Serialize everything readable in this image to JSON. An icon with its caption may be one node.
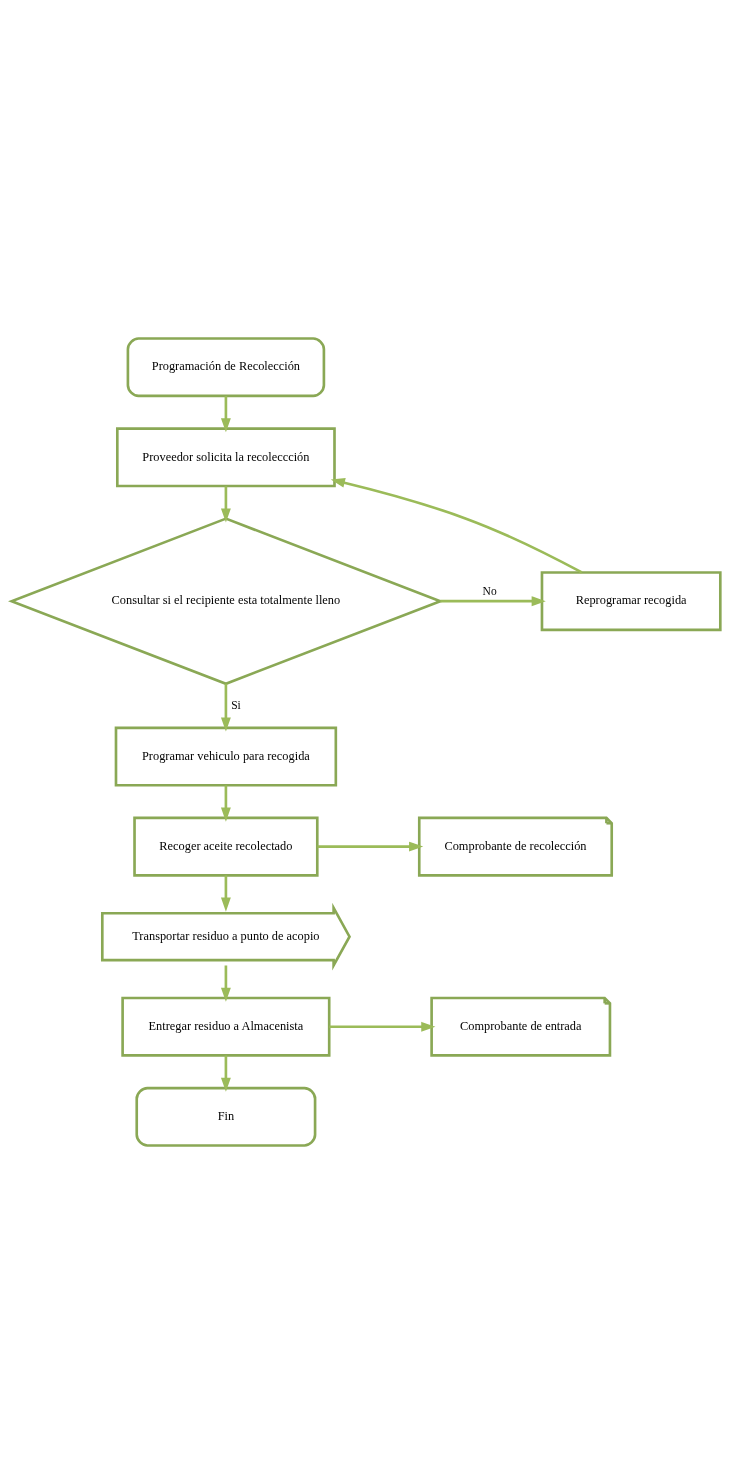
{
  "diagram": {
    "nodes": [
      {
        "text": [
          "Programación de Recolección"
        ]
      },
      {
        "text": [
          "Proveedor solicita la recoleccción"
        ]
      },
      {
        "text": [
          "Consultar si el recipiente esta totalmente lleno"
        ]
      },
      {
        "text": [
          "Reprogramar recogida"
        ]
      },
      {
        "text": [
          "Programar vehiculo para recogida"
        ]
      },
      {
        "text": [
          "Recoger aceite recolectado"
        ]
      },
      {
        "text": [
          "Comprobante de recolección"
        ]
      },
      {
        "text": [
          "Transportar residuo a punto de acopio"
        ]
      },
      {
        "text": [
          "Entregar residuo a Almacenista"
        ]
      },
      {
        "text": [
          "Comprobante de entrada"
        ]
      },
      {
        "text": [
          "Fin"
        ]
      }
    ],
    "edges": [
      {
        "from": 0,
        "to": 1,
        "arrow": "to"
      },
      {
        "from": 1,
        "to": 2,
        "arrow": "to"
      },
      {
        "from": 2,
        "to": 3,
        "arrow": "to",
        "label": "No"
      },
      {
        "from": 3,
        "to": 1,
        "arrow": "to"
      },
      {
        "from": 2,
        "to": 4,
        "arrow": "to",
        "label": "Si"
      },
      {
        "from": 4,
        "to": 5,
        "arrow": "to"
      },
      {
        "from": 5,
        "to": 6,
        "arrow": "to"
      },
      {
        "from": 5,
        "to": 7,
        "arrow": "to"
      },
      {
        "from": 7,
        "to": 8,
        "arrow": "to"
      },
      {
        "from": 8,
        "to": 9,
        "arrow": "to"
      },
      {
        "from": 8,
        "to": 10,
        "arrow": "to"
      }
    ]
  }
}
